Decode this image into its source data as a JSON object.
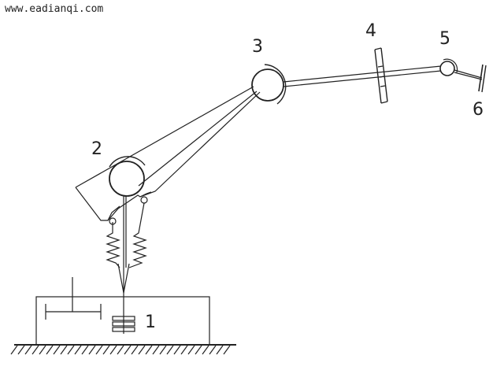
{
  "watermark": "www.eadianqi.com",
  "labels": {
    "l1": "1",
    "l2": "2",
    "l3": "3",
    "l4": "4",
    "l5": "5",
    "l6": "6"
  },
  "colors": {
    "line": "#222222",
    "background": "#ffffff"
  }
}
